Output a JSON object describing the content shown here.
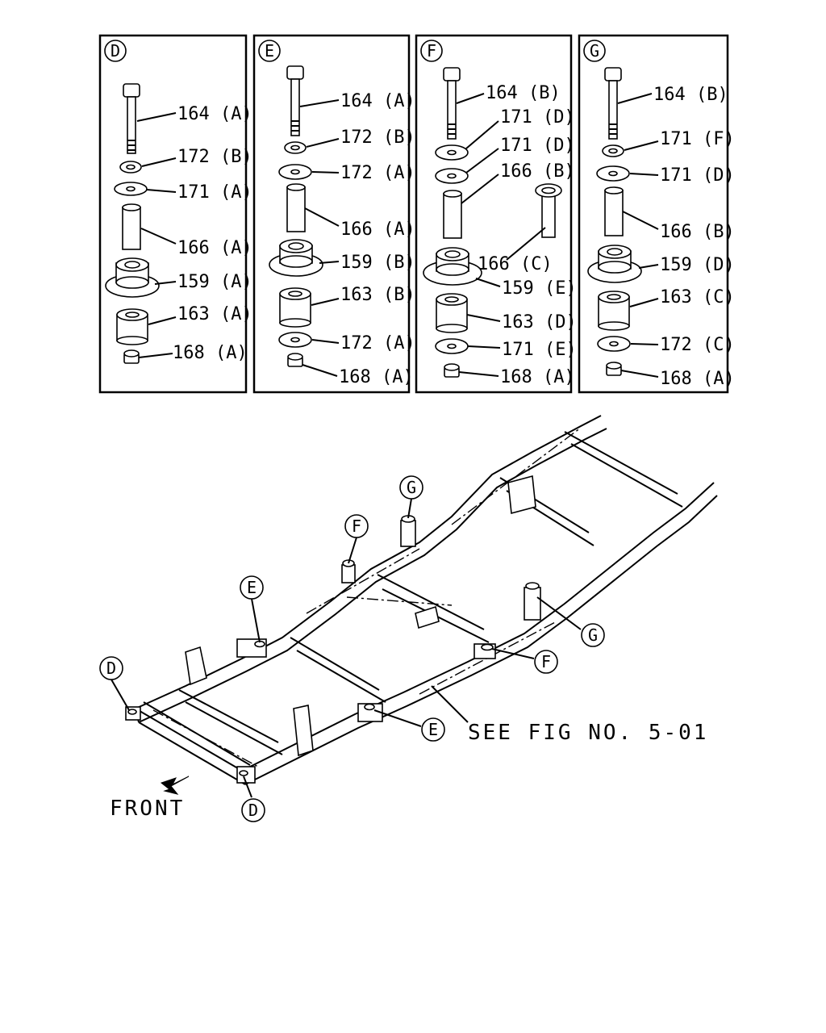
{
  "panels": [
    {
      "id": "D",
      "labels": [
        "164 (A)",
        "172 (B)",
        "171 (A)",
        "166 (A)",
        "159 (A)",
        "163 (A)",
        "168 (A)"
      ]
    },
    {
      "id": "E",
      "labels": [
        "164 (A)",
        "172 (B)",
        "172 (A)",
        "166 (A)",
        "159 (B)",
        "163 (B)",
        "172 (A)",
        "168 (A)"
      ]
    },
    {
      "id": "F",
      "labels": [
        "164 (B)",
        "171 (D)",
        "171 (D)",
        "166 (B)",
        "166 (C)",
        "159 (E)",
        "163 (D)",
        "171 (E)",
        "168 (A)"
      ]
    },
    {
      "id": "G",
      "labels": [
        "164 (B)",
        "171 (F)",
        "171 (D)",
        "166 (B)",
        "159 (D)",
        "163 (C)",
        "172 (C)",
        "168 (A)"
      ]
    }
  ],
  "frame": {
    "callouts": [
      "G",
      "F",
      "E",
      "D",
      "G",
      "F",
      "E",
      "D"
    ],
    "see_fig": "SEE FIG NO. 5-01",
    "front": "FRONT"
  }
}
